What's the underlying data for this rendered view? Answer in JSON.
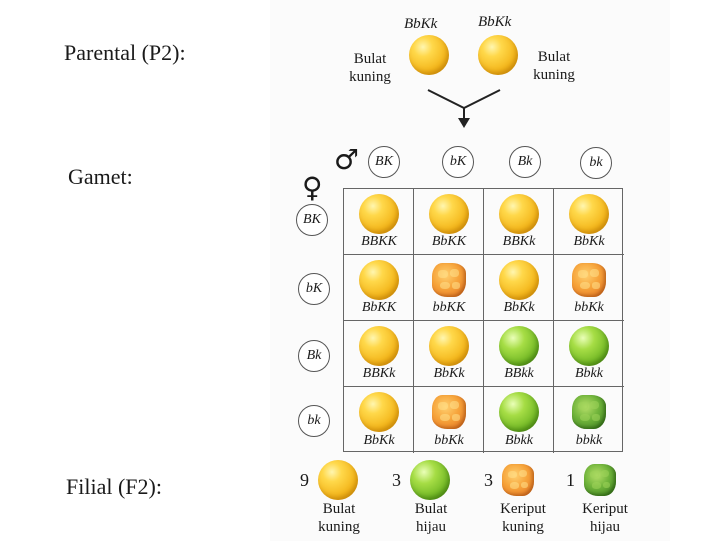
{
  "labels": {
    "parental": "Parental (P2):",
    "gamet": "Gamet:",
    "filial": "Filial (F2):"
  },
  "parents": [
    {
      "genotype": "BbKk",
      "phenotype": "Bulat\nkuning"
    },
    {
      "genotype": "BbKk",
      "phenotype": "Bulat\nkuning"
    }
  ],
  "symbols": {
    "male": "♂",
    "female": "♀"
  },
  "male_gametes": [
    "BK",
    "bK",
    "Bk",
    "bk"
  ],
  "female_gametes": [
    "BK",
    "bK",
    "Bk",
    "bk"
  ],
  "punnett": [
    [
      {
        "g": "BBKK",
        "shape": "round",
        "color": "yellow"
      },
      {
        "g": "BbKK",
        "shape": "round",
        "color": "yellow"
      },
      {
        "g": "BBKk",
        "shape": "round",
        "color": "yellow"
      },
      {
        "g": "BbKk",
        "shape": "round",
        "color": "yellow"
      }
    ],
    [
      {
        "g": "BbKK",
        "shape": "round",
        "color": "yellow"
      },
      {
        "g": "bbKK",
        "shape": "wrinkled",
        "color": "yellow"
      },
      {
        "g": "BbKk",
        "shape": "round",
        "color": "yellow"
      },
      {
        "g": "bbKk",
        "shape": "wrinkled",
        "color": "yellow"
      }
    ],
    [
      {
        "g": "BBKk",
        "shape": "round",
        "color": "yellow"
      },
      {
        "g": "BbKk",
        "shape": "round",
        "color": "yellow"
      },
      {
        "g": "BBkk",
        "shape": "round",
        "color": "green"
      },
      {
        "g": "Bbkk",
        "shape": "round",
        "color": "green"
      }
    ],
    [
      {
        "g": "BbKk",
        "shape": "round",
        "color": "yellow"
      },
      {
        "g": "bbKk",
        "shape": "wrinkled",
        "color": "yellow"
      },
      {
        "g": "Bbkk",
        "shape": "round",
        "color": "green"
      },
      {
        "g": "bbkk",
        "shape": "wrinkled",
        "color": "green"
      }
    ]
  ],
  "filial": [
    {
      "count": "9",
      "label": "Bulat\nkuning",
      "shape": "round",
      "color": "yellow"
    },
    {
      "count": "3",
      "label": "Bulat\nhijau",
      "shape": "round",
      "color": "green"
    },
    {
      "count": "3",
      "label": "Keriput\nkuning",
      "shape": "wrinkled",
      "color": "yellow"
    },
    {
      "count": "1",
      "label": "Keriput\nhijau",
      "shape": "wrinkled",
      "color": "green"
    }
  ],
  "colors": {
    "pea_yellow": "#f3b51a",
    "pea_green": "#6fb623",
    "wrinkled_yellow": "#e9802a",
    "wrinkled_green": "#4b8d28"
  }
}
